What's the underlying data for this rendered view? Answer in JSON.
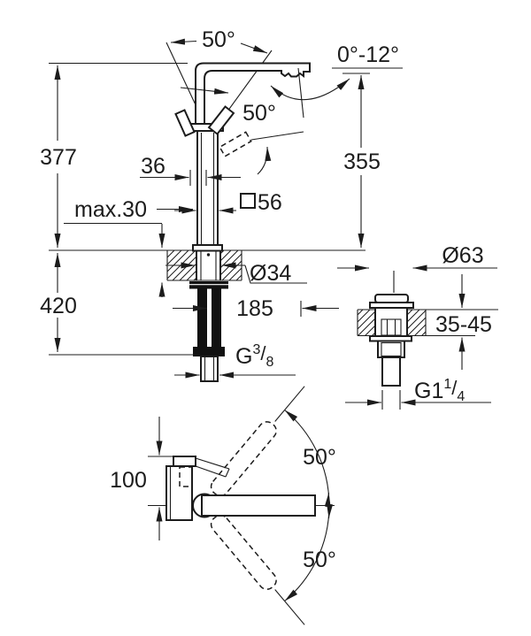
{
  "front": {
    "d377": "377",
    "d420": "420",
    "dmax": "max.30",
    "d36": "36",
    "a50top": "50°",
    "a50side": "50°",
    "sq56": "56",
    "tilt": "0°-12°",
    "d355": "355",
    "dia34": "Ø34",
    "d185": "185",
    "g38": {
      "g": "G",
      "num": "3",
      "slash": "/",
      "den": "8"
    }
  },
  "waste": {
    "dia63": "Ø63",
    "range": "35-45",
    "g114": {
      "g": "G1",
      "num": "1",
      "slash": "/",
      "den": "4"
    }
  },
  "plan": {
    "d100": "100",
    "a50up": "50°",
    "a50down": "50°"
  },
  "colors": {
    "line": "#1c1c1c",
    "background": "#ffffff"
  }
}
